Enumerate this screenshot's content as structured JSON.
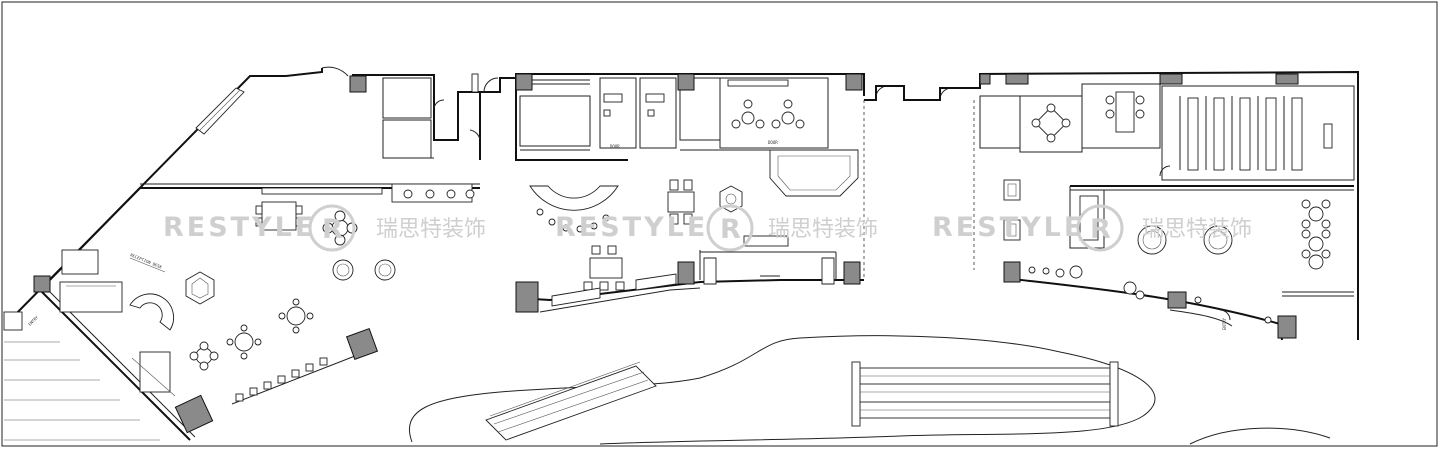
{
  "drawing": {
    "kind": "architectural floor plan",
    "line_color": "#111111",
    "fill_color": "#ffffff",
    "column_fill": "#8a8a8a"
  },
  "watermark": {
    "latin": "RESTYLE",
    "chinese": "瑞思特装饰",
    "monogram": "R",
    "color": "#cfcfcf",
    "repeat_count": 3
  },
  "tags": {
    "left_entry": "ENTRY",
    "mid_door_a": "DOOR",
    "mid_door_b": "DOOR",
    "right_entry": "ENTRY",
    "lobby_note": "RECEPTION DESK"
  },
  "icons": [
    "escalator-icon",
    "door-swing-icon",
    "column-icon",
    "logo-monogram-icon"
  ]
}
